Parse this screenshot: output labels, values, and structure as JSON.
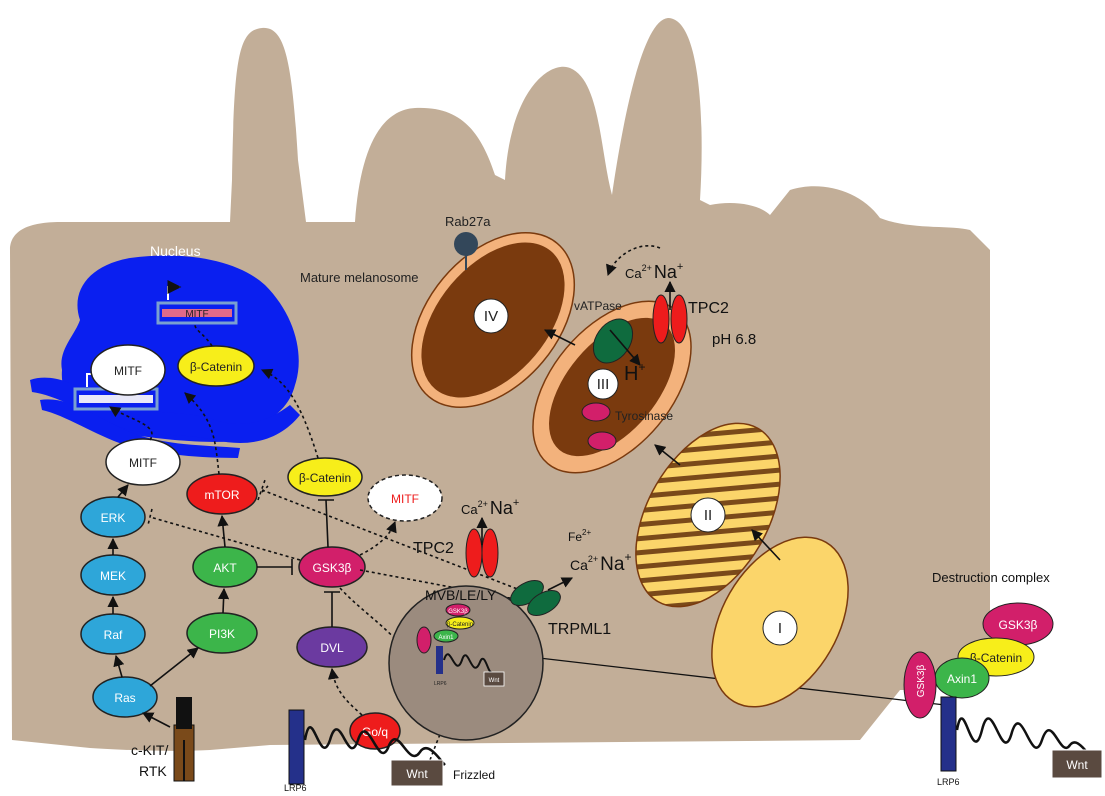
{
  "labels": {
    "nucleus": "Nucleus",
    "rab27a": "Rab27a",
    "mature_melanosome": "Mature melanosome",
    "ph": "pH 6.8",
    "tyrosinase": "Tyrosinase",
    "vatpase": "vATPase",
    "tpc2_top": "TPC2",
    "tpc2_mid": "TPC2",
    "trpml1": "TRPML1",
    "mvb": "MVB/LE/LY",
    "destruction_complex": "Destruction complex",
    "frizzled": "Frizzled",
    "ckit_line1": "c-KIT/",
    "ckit_line2": "RTK",
    "lrp6_left": "LRP6",
    "lrp6_right": "LRP6"
  },
  "ions": {
    "ca": "Ca",
    "na": "Na",
    "fe": "Fe",
    "h": "H",
    "charge2": "2+",
    "charge1": "+"
  },
  "stages": {
    "s1": "I",
    "s2": "II",
    "s3": "III",
    "s4": "IV"
  },
  "nodes": {
    "mitf_gene_top": "MITF",
    "mitf_nuc": "MITF",
    "bcat_nuc": "β-Catenin",
    "mitf_cyto": "MITF",
    "mitf_dashed": "MITF",
    "mtor": "mTOR",
    "bcat_cyto": "β-Catenin",
    "erk": "ERK",
    "mek": "MEK",
    "raf": "Raf",
    "ras": "Ras",
    "akt": "AKT",
    "pi3k": "PI3K",
    "gsk3b": "GSK3β",
    "dvl": "DVL",
    "goq": "Go/q",
    "wnt_left": "Wnt",
    "wnt_right": "Wnt",
    "dc_gsk3b_top": "GSK3β",
    "dc_bcat": "β-Catenin",
    "dc_axin1": "Axin1",
    "dc_gsk3b_side": "GSK3β",
    "mvb_gsk3b_a": "GSK3β",
    "mvb_bcat": "β-Catenin",
    "mvb_axin": "Axin1",
    "mvb_gsk3b_b": "GSK3β",
    "mvb_wnt": "Wnt",
    "mvb_lrp6": "LRP6"
  },
  "colors": {
    "cell": "#c2ae98",
    "nucleus": "#0a1ff0",
    "blue_node": "#2ea6d9",
    "green_node": "#3cb54a",
    "purple_node": "#6b3aa0",
    "magenta": "#d21f6a",
    "yellow": "#f7ee1a",
    "red": "#ee1c1c",
    "melanosome_dark": "#7a3a0e",
    "melanosome_mid": "#f3b27c",
    "melanosome_light": "#fbd56a",
    "teal": "#0f6b3e",
    "mvb_fill": "#9b8b7e",
    "box_dark": "#5a4a40"
  }
}
